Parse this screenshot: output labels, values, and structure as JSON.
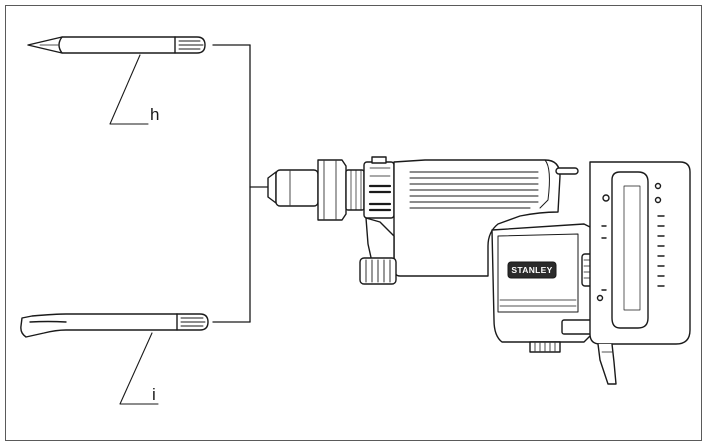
{
  "labels": {
    "point_chisel": "h",
    "flat_chisel": "i"
  },
  "tool": {
    "brand": "STANLEY"
  },
  "colors": {
    "line": "#1a1a1a",
    "frame": "#5a5a5a",
    "brand_badge": "#2b2b2b"
  },
  "icons": [
    "point-chisel-icon",
    "flat-chisel-icon",
    "demolition-hammer-icon"
  ]
}
